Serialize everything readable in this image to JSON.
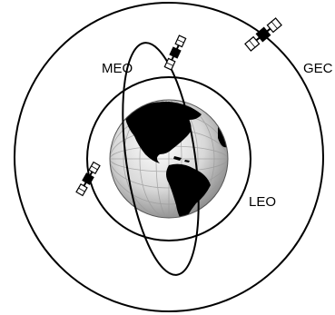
{
  "labels": {
    "meo": "MEO",
    "geo": "GEC",
    "leo": "LEO"
  },
  "colors": {
    "orbit": "#000000",
    "land": "#000000",
    "ocean_light": "#ffffff",
    "ocean_dark": "#8a8a8a",
    "satellite": "#000000"
  },
  "icons": {
    "earth": "earth-globe-icon",
    "satellite": "satellite-icon"
  }
}
